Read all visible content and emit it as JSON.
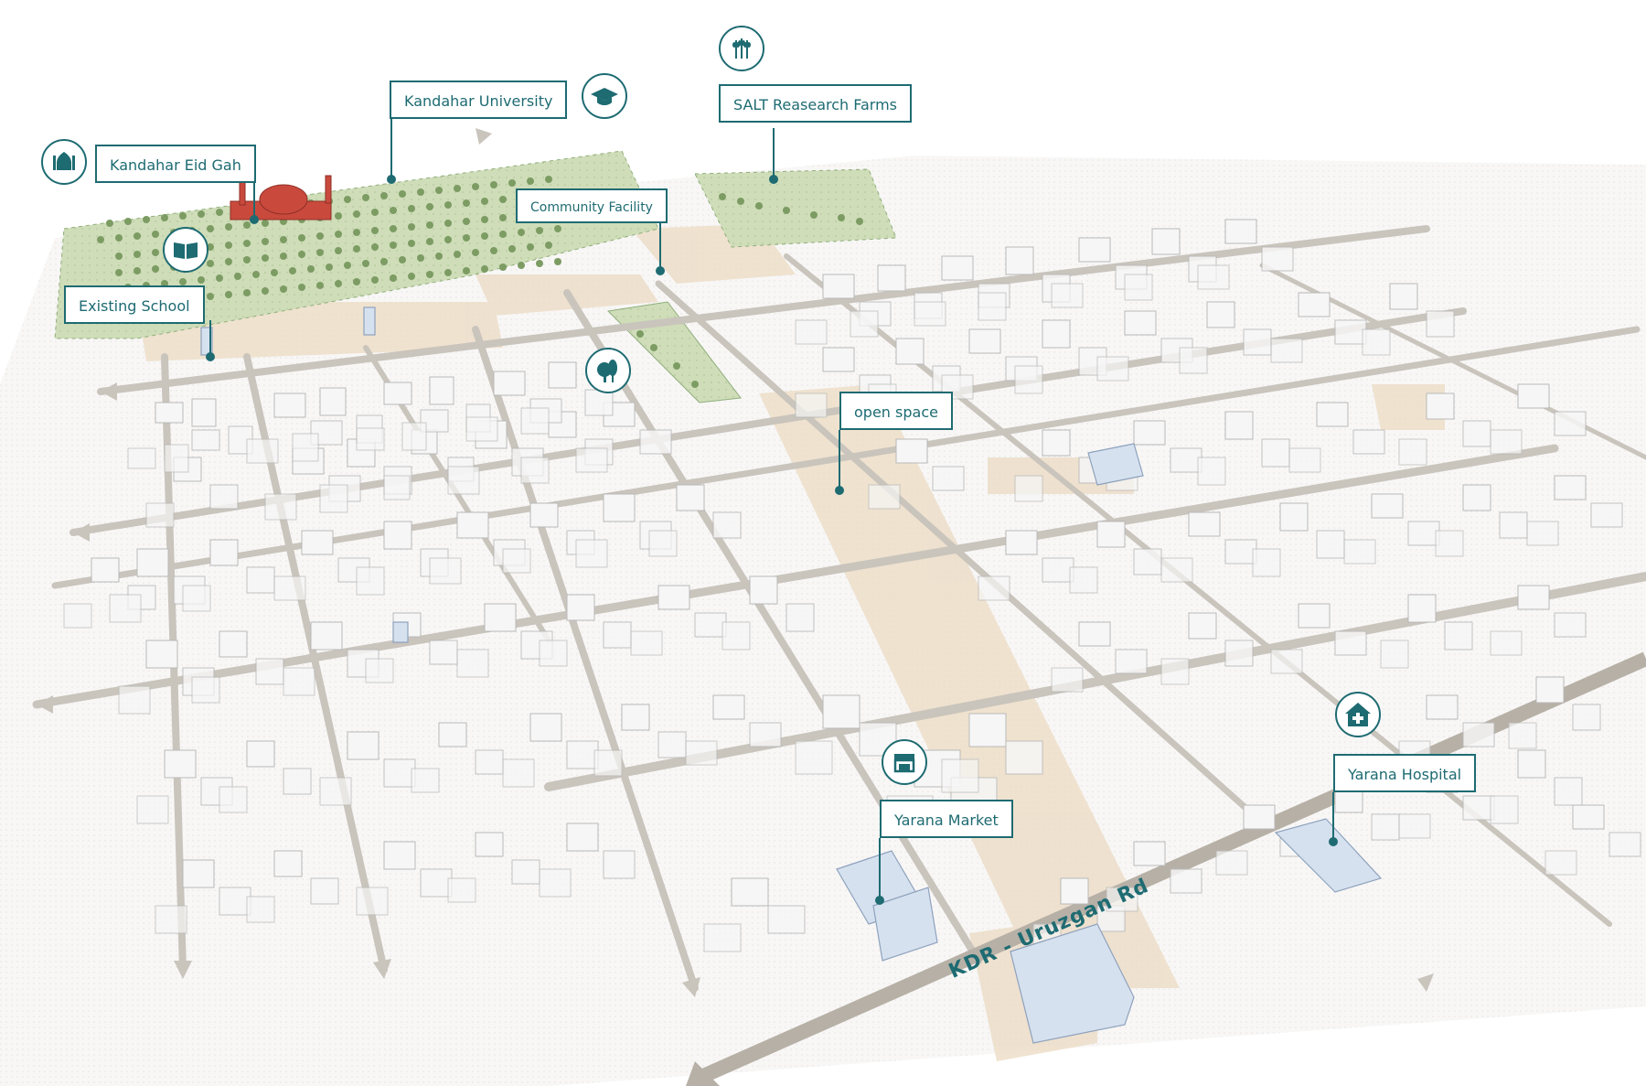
{
  "colors": {
    "accent": "#1e6b72",
    "green_area": "#c9d9b4",
    "sand": "#ecdcc6",
    "building": "#f4f4f4",
    "highlight_building": "#d6e1ef",
    "landmark": "#c94a3d",
    "road": "#bdb8b0"
  },
  "labels": {
    "eid_gah": "Kandahar Eid Gah",
    "university": "Kandahar University",
    "salt_farms": "SALT Reasearch Farms",
    "community_facility": "Community Facility",
    "existing_school": "Existing School",
    "open_space": "open space",
    "yarana_market": "Yarana Market",
    "yarana_hospital": "Yarana Hospital",
    "road_name": "KDR - Uruzgan Rd"
  },
  "icons": {
    "eid_gah": "mosque-icon",
    "university": "graduation-cap-icon",
    "salt_farms": "wheat-icon",
    "school": "book-icon",
    "park": "tree-icon",
    "market": "market-stall-icon",
    "hospital": "hospital-icon"
  }
}
